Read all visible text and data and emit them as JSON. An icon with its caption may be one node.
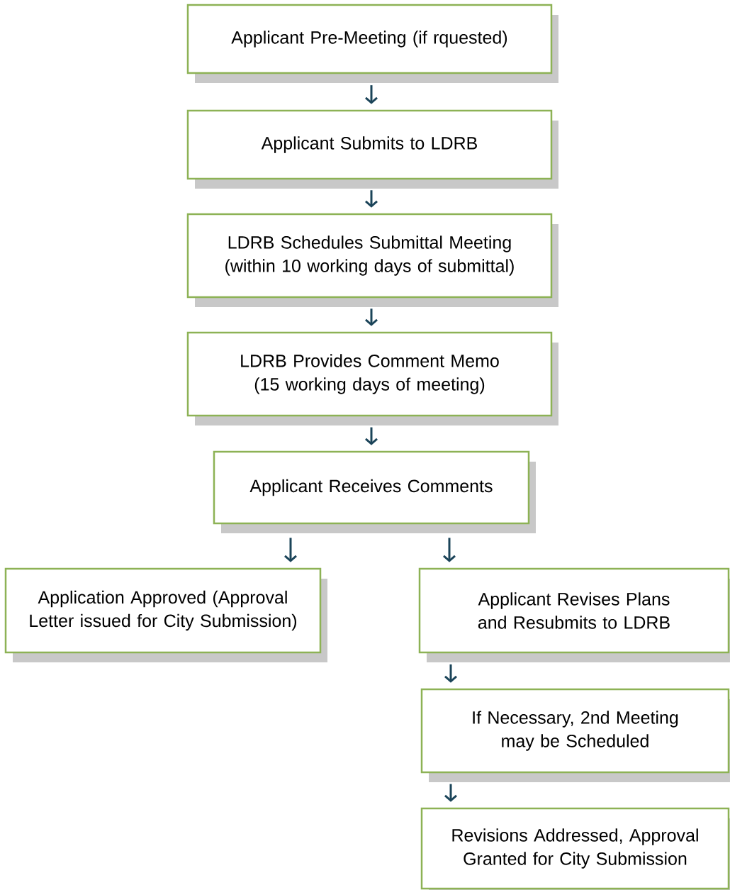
{
  "diagram": {
    "nodes": [
      {
        "text": [
          "Applicant Pre-Meeting (if rquested)"
        ]
      },
      {
        "text": [
          "Applicant Submits to LDRB"
        ]
      },
      {
        "text": [
          "LDRB Schedules Submittal Meeting (within 10 working days of submittal)"
        ]
      },
      {
        "text": [
          "LDRB Provides Comment Memo (15 working days of meeting)"
        ]
      },
      {
        "text": [
          "Applicant Receives Comments"
        ]
      },
      {
        "text": [
          "Application Approved (Approval Letter issued for City Submission)"
        ]
      },
      {
        "text": [
          "Applicant Revises Plans and Resubmits to LDRB"
        ]
      },
      {
        "text": [
          "If Necessary, 2nd Meeting may be Scheduled"
        ]
      },
      {
        "text": [
          "Revisions Addressed, Approval Granted for City Submission"
        ]
      }
    ],
    "edges": [
      {
        "from": 0,
        "to": 1,
        "arrow": "to"
      },
      {
        "from": 1,
        "to": 2,
        "arrow": "to"
      },
      {
        "from": 2,
        "to": 3,
        "arrow": "to"
      },
      {
        "from": 3,
        "to": 4,
        "arrow": "to"
      },
      {
        "from": 4,
        "to": 5,
        "arrow": "to"
      },
      {
        "from": 4,
        "to": 6,
        "arrow": "to"
      },
      {
        "from": 6,
        "to": 7,
        "arrow": "to"
      },
      {
        "from": 7,
        "to": 8,
        "arrow": "to"
      }
    ]
  }
}
